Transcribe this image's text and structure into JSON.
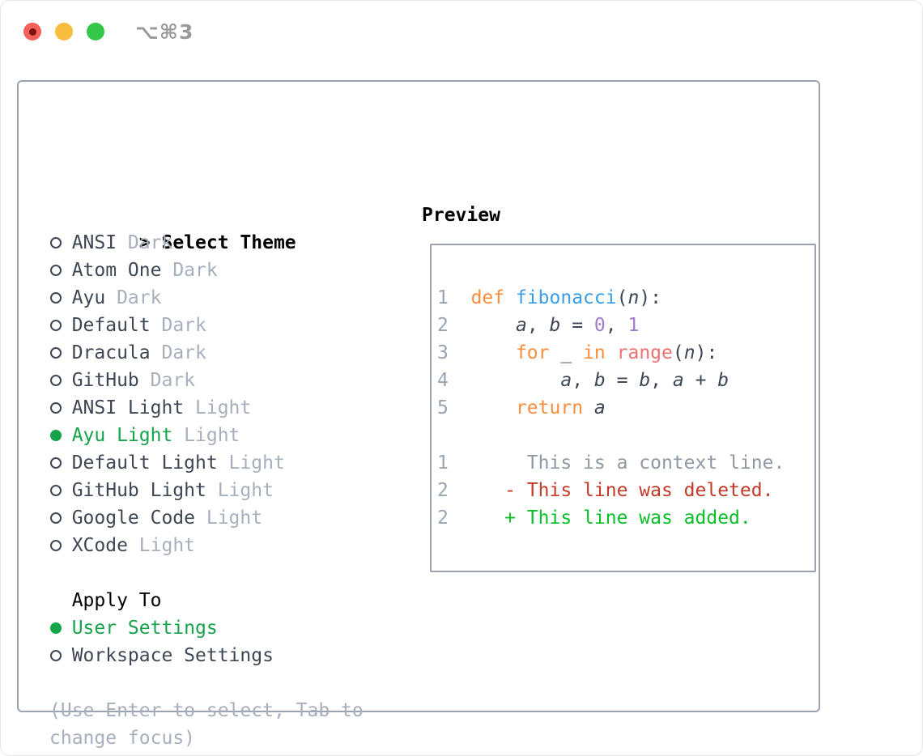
{
  "window": {
    "title": "⌥⌘3"
  },
  "theme_panel": {
    "header": {
      "prompt": ">",
      "title": "Select Theme"
    },
    "items": [
      {
        "label": "ANSI",
        "tag": "Dark",
        "selected": false
      },
      {
        "label": "Atom One",
        "tag": "Dark",
        "selected": false
      },
      {
        "label": "Ayu",
        "tag": "Dark",
        "selected": false
      },
      {
        "label": "Default",
        "tag": "Dark",
        "selected": false
      },
      {
        "label": "Dracula",
        "tag": "Dark",
        "selected": false
      },
      {
        "label": "GitHub",
        "tag": "Dark",
        "selected": false
      },
      {
        "label": "ANSI Light",
        "tag": "Light",
        "selected": false
      },
      {
        "label": "Ayu Light",
        "tag": "Light",
        "selected": true
      },
      {
        "label": "Default Light",
        "tag": "Light",
        "selected": false
      },
      {
        "label": "GitHub Light",
        "tag": "Light",
        "selected": false
      },
      {
        "label": "Google Code",
        "tag": "Light",
        "selected": false
      },
      {
        "label": "XCode",
        "tag": "Light",
        "selected": false
      }
    ],
    "apply_to": {
      "title": "Apply To",
      "options": [
        {
          "label": "User Settings",
          "selected": true
        },
        {
          "label": "Workspace Settings",
          "selected": false
        }
      ]
    },
    "help_lines": [
      "(Use Enter to select, Tab to",
      "change focus)"
    ]
  },
  "preview": {
    "title": "Preview",
    "code_lines": [
      {
        "segments": [
          {
            "t": "1",
            "c": "gutter"
          },
          {
            "t": "  "
          },
          {
            "t": "def",
            "c": "kw"
          },
          {
            "t": " "
          },
          {
            "t": "fibonacci",
            "c": "fn"
          },
          {
            "t": "(",
            "c": "code"
          },
          {
            "t": "n",
            "c": "code",
            "i": true
          },
          {
            "t": "):",
            "c": "code"
          }
        ]
      },
      {
        "segments": [
          {
            "t": "2",
            "c": "gutter"
          },
          {
            "t": "      "
          },
          {
            "t": "a",
            "c": "code",
            "i": true
          },
          {
            "t": ", ",
            "c": "code"
          },
          {
            "t": "b",
            "c": "code",
            "i": true
          },
          {
            "t": " = ",
            "c": "code"
          },
          {
            "t": "0",
            "c": "num"
          },
          {
            "t": ", ",
            "c": "code"
          },
          {
            "t": "1",
            "c": "num"
          }
        ]
      },
      {
        "segments": [
          {
            "t": "3",
            "c": "gutter"
          },
          {
            "t": "      "
          },
          {
            "t": "for",
            "c": "kw"
          },
          {
            "t": " ",
            "c": "code"
          },
          {
            "t": "_",
            "c": "code"
          },
          {
            "t": " ",
            "c": "code"
          },
          {
            "t": "in",
            "c": "kw"
          },
          {
            "t": " ",
            "c": "code"
          },
          {
            "t": "range",
            "c": "call"
          },
          {
            "t": "(",
            "c": "code"
          },
          {
            "t": "n",
            "c": "code",
            "i": true
          },
          {
            "t": "):",
            "c": "code"
          }
        ]
      },
      {
        "segments": [
          {
            "t": "4",
            "c": "gutter"
          },
          {
            "t": "          "
          },
          {
            "t": "a",
            "c": "code",
            "i": true
          },
          {
            "t": ", ",
            "c": "code"
          },
          {
            "t": "b",
            "c": "code",
            "i": true
          },
          {
            "t": " = ",
            "c": "code"
          },
          {
            "t": "b",
            "c": "code",
            "i": true
          },
          {
            "t": ", ",
            "c": "code"
          },
          {
            "t": "a",
            "c": "code",
            "i": true
          },
          {
            "t": " + ",
            "c": "code"
          },
          {
            "t": "b",
            "c": "code",
            "i": true
          }
        ]
      },
      {
        "segments": [
          {
            "t": "5",
            "c": "gutter"
          },
          {
            "t": "      "
          },
          {
            "t": "return",
            "c": "kw"
          },
          {
            "t": " ",
            "c": "code"
          },
          {
            "t": "a",
            "c": "code",
            "i": true
          }
        ]
      },
      {
        "segments": []
      },
      {
        "segments": [
          {
            "t": "1",
            "c": "gutter"
          },
          {
            "t": "       "
          },
          {
            "t": "This is a context line.",
            "c": "context"
          }
        ]
      },
      {
        "segments": [
          {
            "t": "2",
            "c": "gutter"
          },
          {
            "t": "     "
          },
          {
            "t": "- This line was deleted.",
            "c": "del"
          }
        ]
      },
      {
        "segments": [
          {
            "t": "2",
            "c": "gutter"
          },
          {
            "t": "     "
          },
          {
            "t": "+ This line was added.",
            "c": "add"
          }
        ]
      }
    ]
  },
  "palette": {
    "accent_green": "#16a34a",
    "diff_red": "#c23a28",
    "diff_green": "#0abf29",
    "keyword_orange": "#fa8d3e",
    "function_blue": "#399ee6",
    "call_coral": "#f07171",
    "number_purple": "#a37acc",
    "code_dark": "#3e4753",
    "muted_gray": "#a7afbc",
    "gutter_gray": "#9aa4b2",
    "context_gray": "#8f99a4",
    "border_gray": "#9aa3ae",
    "title_gray": "#9a9a9a",
    "traffic_red": "#f4615a",
    "traffic_red_dot": "#7d120c",
    "traffic_yellow": "#f8bd3e",
    "traffic_green": "#34c748"
  }
}
